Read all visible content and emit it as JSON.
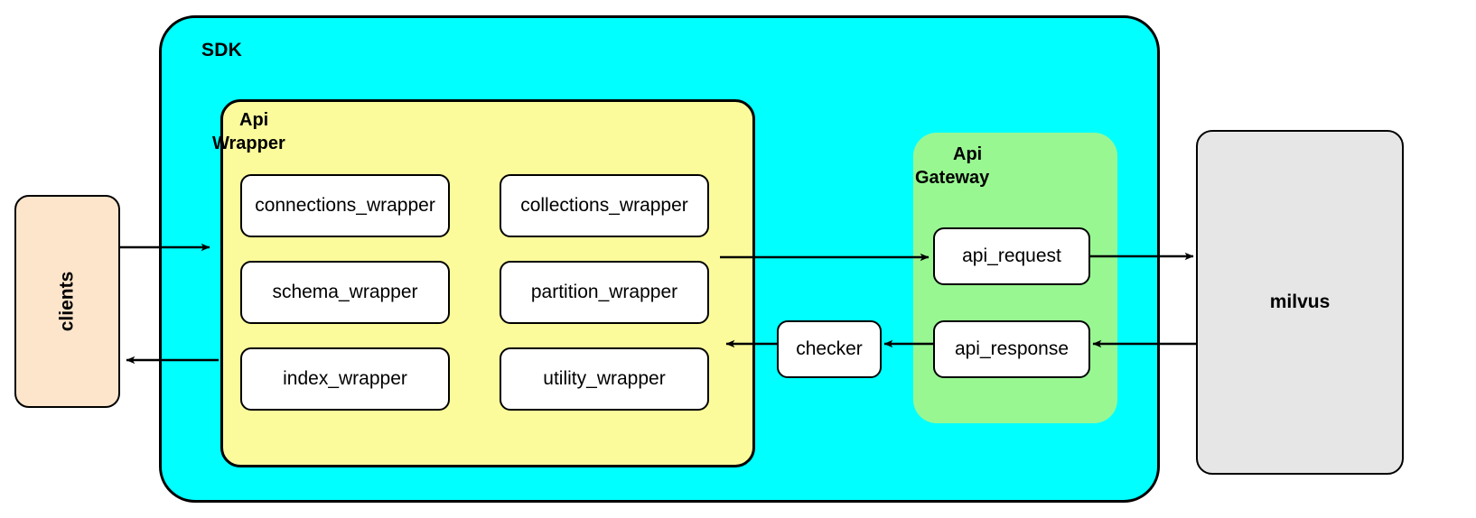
{
  "diagram": {
    "title_containers": {
      "sdk": {
        "label": "SDK",
        "color": "#00ffff"
      },
      "api_wrapper": {
        "label_line1": "Api",
        "label_line2": "Wrapper",
        "color": "#fbfb9b"
      },
      "api_gateway": {
        "label_line1": "Api",
        "label_line2": "Gateway",
        "color": "#99f792"
      }
    },
    "external_nodes": [
      {
        "name": "clients",
        "label": "clients",
        "color": "#fce5cb",
        "orientation": "vertical"
      },
      {
        "name": "milvus",
        "label": "milvus",
        "color": "#e6e6e6",
        "orientation": "horizontal"
      }
    ],
    "api_wrapper_nodes": [
      {
        "label": "connections_wrapper",
        "column": 1,
        "row": 1
      },
      {
        "label": "collections_wrapper",
        "column": 2,
        "row": 1
      },
      {
        "label": "schema_wrapper",
        "column": 1,
        "row": 2
      },
      {
        "label": "partition_wrapper",
        "column": 2,
        "row": 2
      },
      {
        "label": "index_wrapper",
        "column": 1,
        "row": 3
      },
      {
        "label": "utility_wrapper",
        "column": 2,
        "row": 3
      }
    ],
    "api_gateway_nodes": [
      {
        "label": "api_request"
      },
      {
        "label": "api_response"
      }
    ],
    "standalone_nodes": [
      {
        "label": "checker"
      }
    ],
    "edges": [
      {
        "from": "clients",
        "to": "api_wrapper",
        "direction": "right"
      },
      {
        "from": "api_wrapper",
        "to": "api_gateway",
        "direction": "right"
      },
      {
        "from": "api_request",
        "to": "milvus",
        "direction": "right"
      },
      {
        "from": "milvus",
        "to": "api_response",
        "direction": "left"
      },
      {
        "from": "api_response",
        "to": "checker",
        "direction": "left"
      },
      {
        "from": "checker",
        "to": "api_wrapper",
        "direction": "left"
      },
      {
        "from": "api_wrapper",
        "to": "clients",
        "direction": "left"
      }
    ],
    "stroke_color": "#000000",
    "node_fill": "#ffffff"
  }
}
